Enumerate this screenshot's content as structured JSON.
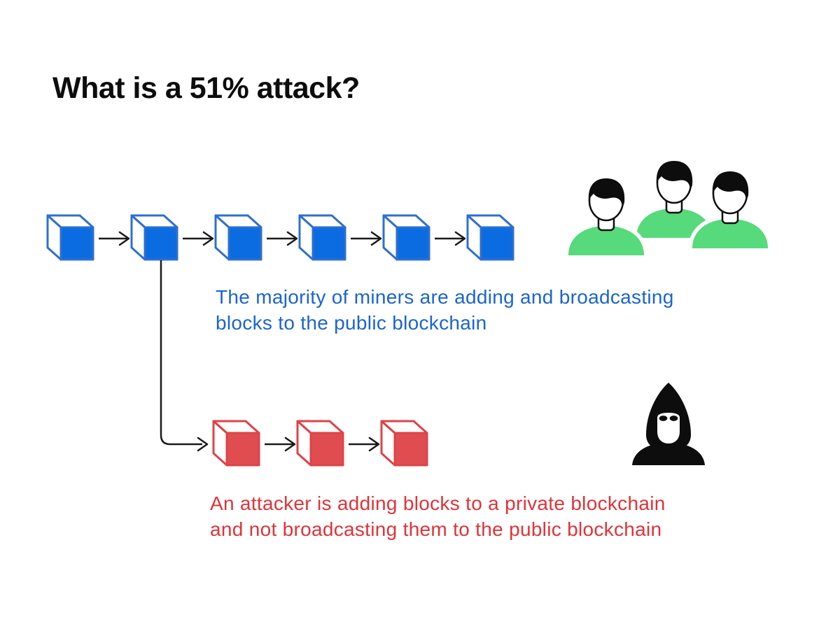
{
  "title": "What is a 51% attack?",
  "colors": {
    "background": "#ffffff",
    "block_blue_fill": "#0b6ce1",
    "block_blue_stroke": "#2e6fd0",
    "block_red_fill": "#e04d51",
    "block_red_stroke": "#dd4348",
    "caption_blue": "#1b64d2",
    "caption_red": "#e03339",
    "miner_green": "#56da7c",
    "icon_black": "#0d0d0d",
    "line_black": "#1a1a1a"
  },
  "public_chain": {
    "block_count": 6,
    "caption_lines": [
      "The majority of miners are adding and broadcasting",
      "blocks to the public blockchain"
    ]
  },
  "private_chain": {
    "block_count": 3,
    "caption_lines": [
      "An attacker is adding blocks to a private blockchain",
      "and not broadcasting them to the public blockchain"
    ]
  },
  "icons": {
    "miners": "miners-icon",
    "attacker": "attacker-icon"
  }
}
